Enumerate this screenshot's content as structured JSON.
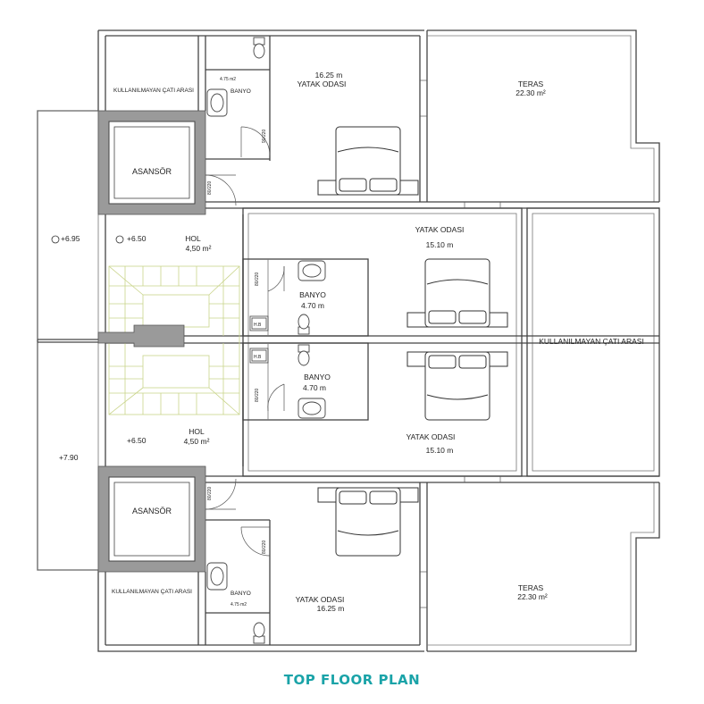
{
  "title": "TOP FLOOR PLAN",
  "colors": {
    "title": "#1aa3a8",
    "stairs": "#c9d48a",
    "walls": "#444444"
  },
  "rooms": {
    "unused_attic_top": "KULLANILMAYAN ÇATI ARASI",
    "unused_attic_bottom": "KULLANILMAYAN ÇATI ARASI",
    "unused_attic_right": "KULLANILMAYAN ÇATI ARASI",
    "bath_top_name": "BANYO",
    "bath_top_area": "4.75 m2",
    "bath_bottom_name": "BANYO",
    "bath_bottom_area": "4.75 m2",
    "bed_top_left_area": "16.25 m",
    "bed_top_left_name": "YATAK ODASI",
    "bed_bottom_left_name": "YATAK ODASI",
    "bed_bottom_left_area": "16.25 m",
    "terrace_top_name": "TERAS",
    "terrace_top_area": "22.30 m²",
    "terrace_bottom_name": "TERAS",
    "terrace_bottom_area": "22.30 m²",
    "elevator_top": "ASANSÖR",
    "elevator_bottom": "ASANSÖR",
    "hall_top_name": "HOL",
    "hall_top_area": "4,50 m²",
    "hall_bottom_name": "HOL",
    "hall_bottom_area": "4,50 m²",
    "level_hall_top": "+6.50",
    "level_hall_bottom": "+6.50",
    "level_left_top": "+6.95",
    "level_left_bottom": "+7.90",
    "bed_mid_top_name": "YATAK ODASI",
    "bed_mid_top_area": "15.10 m",
    "bed_mid_bottom_name": "YATAK ODASI",
    "bed_mid_bottom_area": "15.10 m",
    "bath_mid_top_name": "BANYO",
    "bath_mid_top_area": "4.70 m",
    "bath_mid_bottom_name": "BANYO",
    "bath_mid_bottom_area": "4.70 m"
  },
  "doors": {
    "d_bath_top": "90/220",
    "d_elev_top": "80/220",
    "d_bath_mid_top": "80/220",
    "d_bath_mid_bottom": "80/220",
    "d_elev_bottom": "80/220",
    "d_bath_bottom": "80/220"
  },
  "shafts": {
    "shaft_top": "H.B",
    "shaft_bottom": "H.B"
  }
}
